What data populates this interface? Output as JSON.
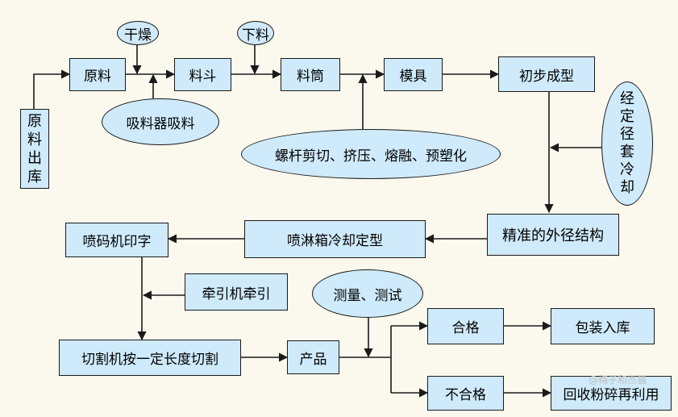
{
  "nodes": {
    "raw_material_out": "原料出库",
    "raw_material": "原料",
    "drying": "干燥",
    "suction_feed": "吸料器吸料",
    "hopper": "料斗",
    "feeding": "下料",
    "barrel": "料筒",
    "screw_process": "螺杆剪切、挤压、熔融、预塑化",
    "die": "模具",
    "preliminary_forming": "初步成型",
    "sizing_sleeve_cooling": "经定径套冷却",
    "precise_outer_diameter": "精准的外径结构",
    "spray_cooling": "喷淋箱冷却定型",
    "inkjet_printing": "喷码机印字",
    "traction": "牵引机牵引",
    "cutting": "切割机按一定长度切割",
    "product": "产品",
    "measure_test": "测量、测试",
    "qualified": "合格",
    "packing_storage": "包装入库",
    "unqualified": "不合格",
    "recycle": "回收粉碎再利用"
  },
  "watermark": "@梅子和杰猫",
  "colors": {
    "box_fill": "#cfeafa",
    "stroke": "#1a1a1a",
    "background": "#fbf8ee"
  }
}
